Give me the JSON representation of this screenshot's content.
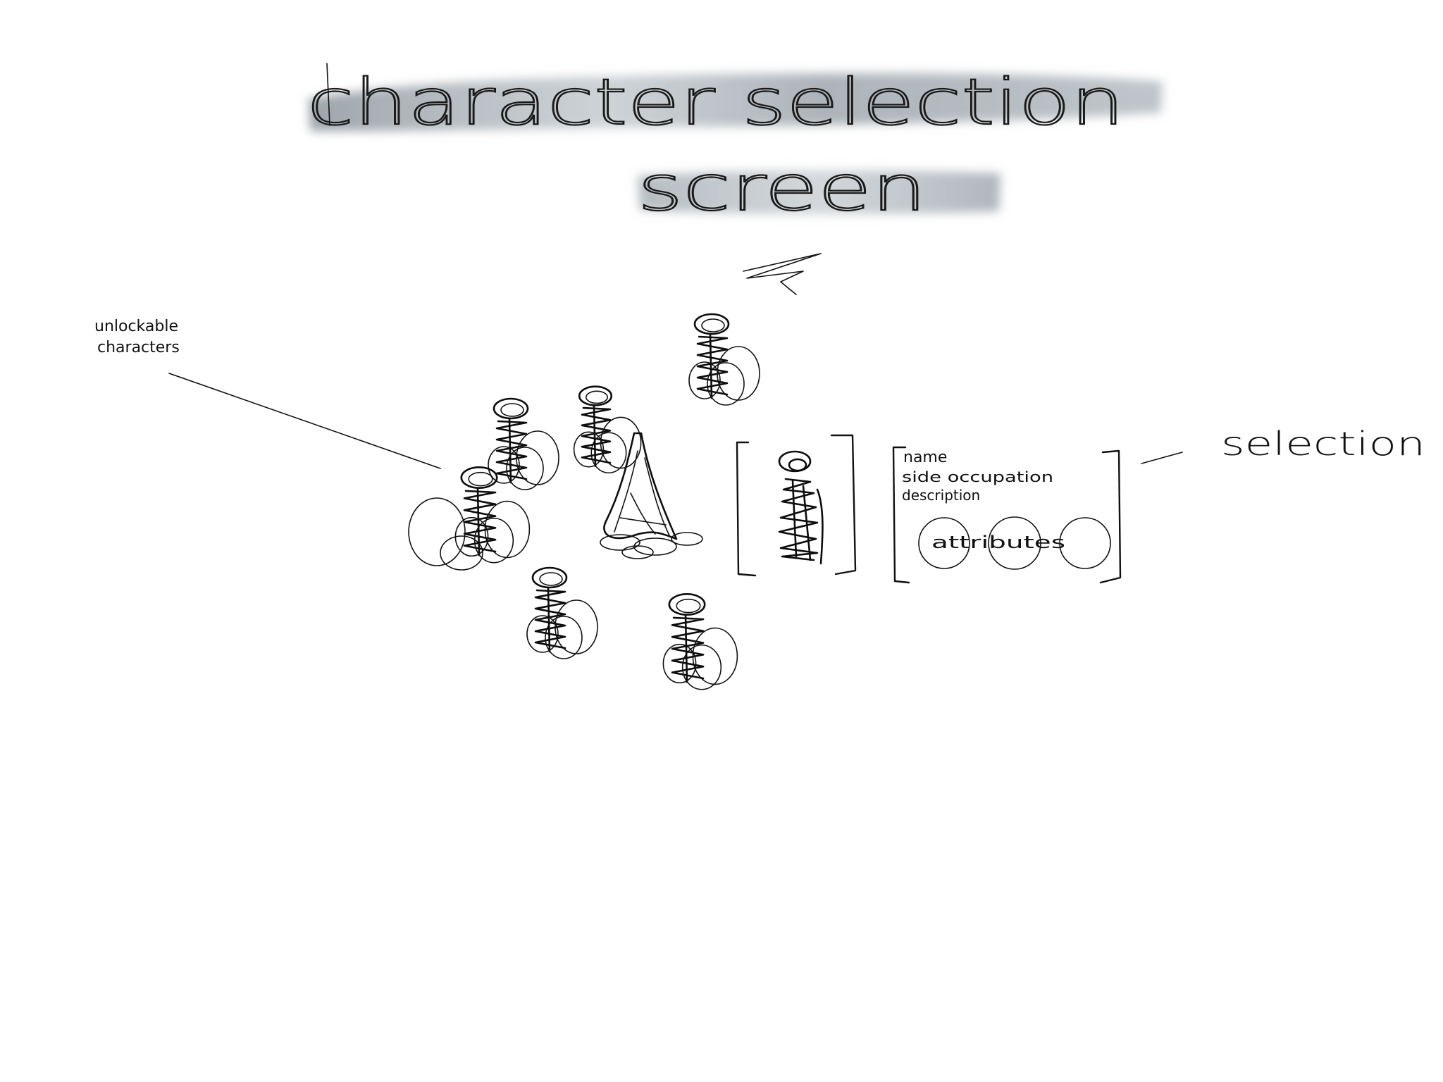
{
  "title": {
    "line1": "character selection",
    "line2": "screen"
  },
  "annotations": {
    "unlockable_line1": "unlockable",
    "unlockable_line2": "characters",
    "selection": "selection"
  },
  "info_panel": {
    "name": "name",
    "side_occupation": "side occupation",
    "description": "description",
    "attributes": "attributes"
  },
  "colors": {
    "ink": "#111111",
    "title_highlight": "#9aa3aa",
    "background": "#ffffff"
  }
}
